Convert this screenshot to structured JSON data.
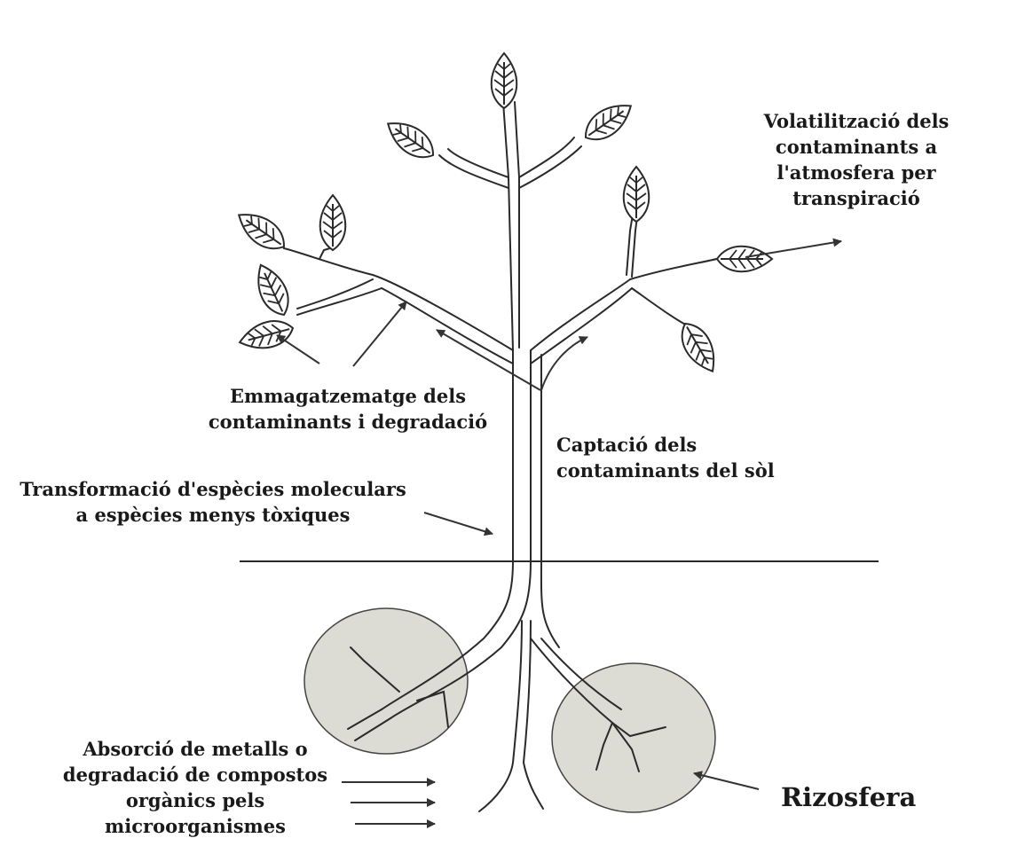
{
  "labels": {
    "volatilization": [
      "Volatilització dels",
      "contaminants a",
      "l'atmosfera per",
      "transpiració"
    ],
    "storage": [
      "Emmagatzematge dels",
      "contaminants i degradació"
    ],
    "uptake": [
      "Captació dels",
      "contaminants del sòl"
    ],
    "transformation": [
      "Transformació d'espècies moleculars",
      "a espècies menys tòxiques"
    ],
    "absorption": [
      "Absorció de metalls o",
      "degradació de compostos",
      "orgànics pels",
      "microorganismes"
    ],
    "rhizosphere": "Rizosfera"
  },
  "colors": {
    "ink": "#2a2a2a",
    "circle_fill": "#dcdcd4",
    "leaf_fill": "#ffffff",
    "background": "#ffffff"
  }
}
